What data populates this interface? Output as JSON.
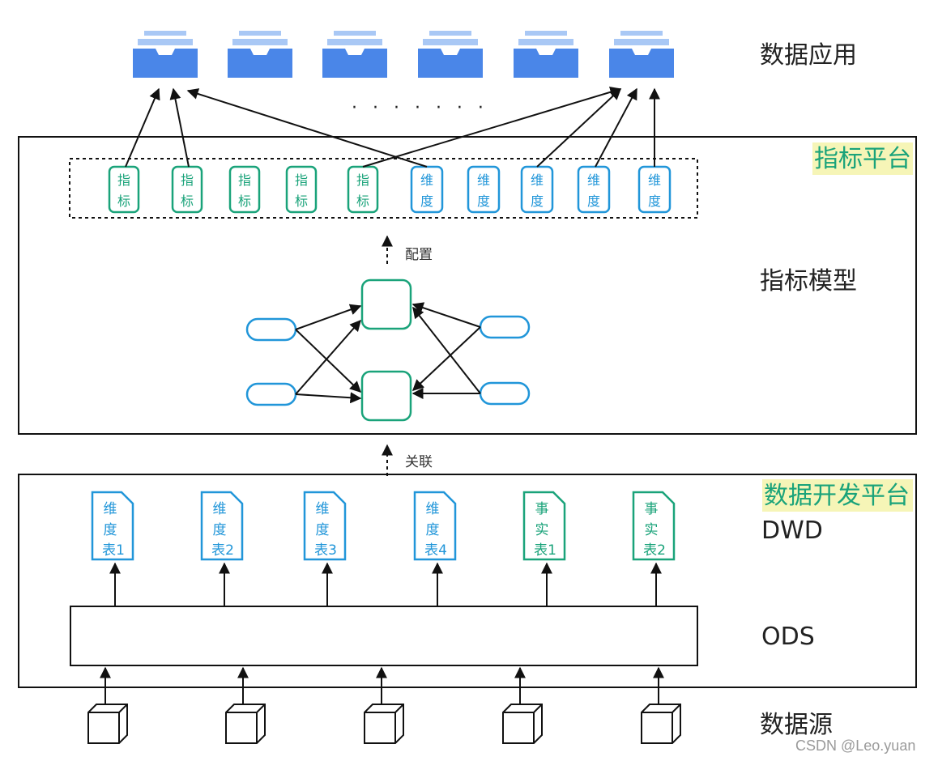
{
  "layers": {
    "app": "数据应用",
    "metric_platform": "指标平台",
    "metric_model": "指标模型",
    "dev_platform": "数据开发平台",
    "dwd": "DWD",
    "ods": "ODS",
    "source": "数据源"
  },
  "ellipsis": "· · ·  · · · ·",
  "edges": {
    "config": "配置",
    "relate": "关联"
  },
  "chips": [
    {
      "l1": "指",
      "l2": "标",
      "kind": "metric"
    },
    {
      "l1": "指",
      "l2": "标",
      "kind": "metric"
    },
    {
      "l1": "指",
      "l2": "标",
      "kind": "metric"
    },
    {
      "l1": "指",
      "l2": "标",
      "kind": "metric"
    },
    {
      "l1": "指",
      "l2": "标",
      "kind": "metric"
    },
    {
      "l1": "维",
      "l2": "度",
      "kind": "dimension"
    },
    {
      "l1": "维",
      "l2": "度",
      "kind": "dimension"
    },
    {
      "l1": "维",
      "l2": "度",
      "kind": "dimension"
    },
    {
      "l1": "维",
      "l2": "度",
      "kind": "dimension"
    },
    {
      "l1": "维",
      "l2": "度",
      "kind": "dimension"
    }
  ],
  "tables": [
    {
      "l1": "维",
      "l2": "度",
      "l3": "表1",
      "kind": "dimension"
    },
    {
      "l1": "维",
      "l2": "度",
      "l3": "表2",
      "kind": "dimension"
    },
    {
      "l1": "维",
      "l2": "度",
      "l3": "表3",
      "kind": "dimension"
    },
    {
      "l1": "维",
      "l2": "度",
      "l3": "表4",
      "kind": "dimension"
    },
    {
      "l1": "事",
      "l2": "实",
      "l3": "表1",
      "kind": "fact"
    },
    {
      "l1": "事",
      "l2": "实",
      "l3": "表2",
      "kind": "fact"
    }
  ],
  "watermark": "CSDN @Leo.yuan",
  "colors": {
    "green": "#1aa37a",
    "blue": "#2196d9",
    "tray": "#4a86e8",
    "tray_light": "#a9c8f5",
    "highlight": "#f6f5b7"
  }
}
